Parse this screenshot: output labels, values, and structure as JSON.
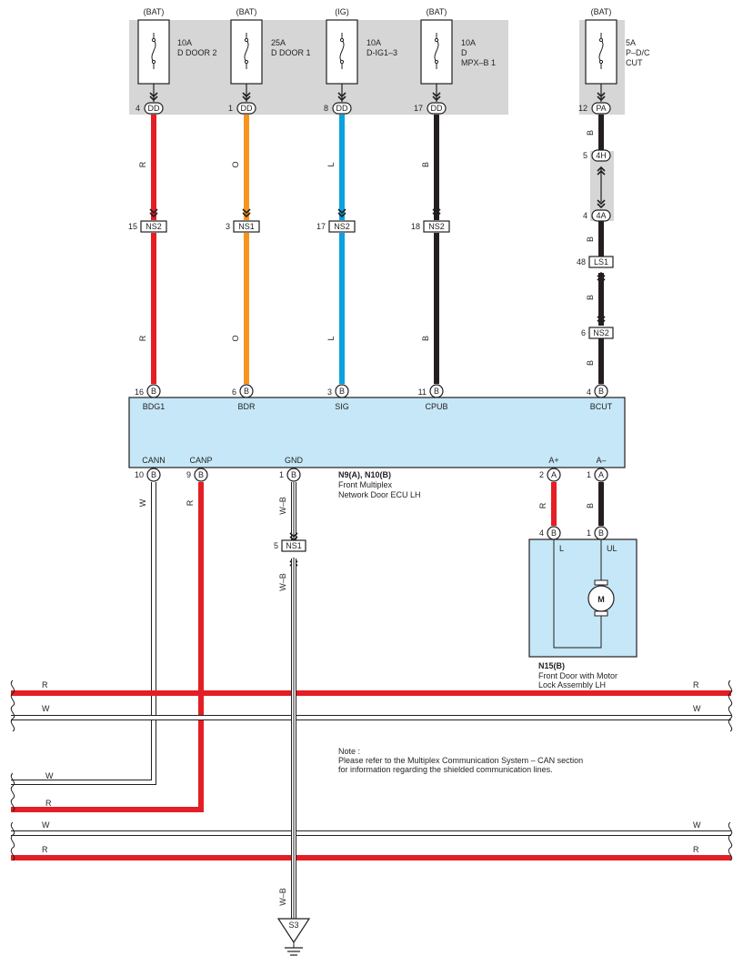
{
  "fuses": [
    {
      "source": "(BAT)",
      "lines": [
        "10A",
        "D DOOR 2"
      ]
    },
    {
      "source": "(BAT)",
      "lines": [
        "25A",
        "D DOOR 1"
      ]
    },
    {
      "source": "(IG)",
      "lines": [
        "10A",
        "D-IG1–3"
      ]
    },
    {
      "source": "(BAT)",
      "lines": [
        "10A",
        "D",
        "MPX–B 1"
      ]
    },
    {
      "source": "(BAT)",
      "lines": [
        "5A",
        "P–D/C",
        "CUT"
      ]
    }
  ],
  "circuits": [
    {
      "pin_top": "4",
      "conn_top": "DD",
      "color_code": "R",
      "color": "#e31e24",
      "inline_pin": "15",
      "inline_conn": "NS2",
      "ecu_pin": "16",
      "ecu_conn": "B",
      "ecu_label": "BDG1"
    },
    {
      "pin_top": "1",
      "conn_top": "DD",
      "color_code": "O",
      "color": "#f7941d",
      "inline_pin": "3",
      "inline_conn": "NS1",
      "ecu_pin": "6",
      "ecu_conn": "B",
      "ecu_label": "BDR"
    },
    {
      "pin_top": "8",
      "conn_top": "DD",
      "color_code": "L",
      "color": "#0aa2df",
      "inline_pin": "17",
      "inline_conn": "NS2",
      "ecu_pin": "3",
      "ecu_conn": "B",
      "ecu_label": "SIG"
    },
    {
      "pin_top": "17",
      "conn_top": "DD",
      "color_code": "B",
      "color": "#231f20",
      "inline_pin": "18",
      "inline_conn": "NS2",
      "ecu_pin": "11",
      "ecu_conn": "B",
      "ecu_label": "CPUB"
    }
  ],
  "bcut_circuit": {
    "pin_top": "12",
    "conn_top": "PA",
    "color_code": "B",
    "j_pin_a": "5",
    "j_conn_a": "4H",
    "j_pin_b": "4",
    "j_conn_b": "4A",
    "ls_pin": "48",
    "ls_conn": "LS1",
    "ns_pin": "6",
    "ns_conn": "NS2",
    "ecu_pin": "4",
    "ecu_conn": "B",
    "ecu_label": "BCUT"
  },
  "ecu": {
    "bottom_pins": [
      {
        "label": "CANN",
        "pin": "10",
        "conn": "B"
      },
      {
        "label": "CANP",
        "pin": "9",
        "conn": "B"
      },
      {
        "label": "GND",
        "pin": "1",
        "conn": "B"
      },
      {
        "label": "A+",
        "pin": "2",
        "conn": "A"
      },
      {
        "label": "A–",
        "pin": "1",
        "conn": "A"
      }
    ],
    "name": "N9(A), N10(B)",
    "desc": [
      "Front Multiplex",
      "Network Door ECU LH"
    ]
  },
  "motor_wires": [
    {
      "color_code": "R",
      "pin": "4",
      "conn": "B",
      "label": "L"
    },
    {
      "color_code": "B",
      "pin": "1",
      "conn": "B",
      "label": "UL"
    }
  ],
  "motor": {
    "symbol": "M",
    "name": "N15(B)",
    "desc": [
      "Front Door with Motor",
      "Lock Assembly LH"
    ]
  },
  "ground": {
    "wire_code": "W–B",
    "ns_pin": "5",
    "ns_conn": "NS1",
    "point": "S3"
  },
  "can_lines": {
    "red": "R",
    "white": "W"
  },
  "note": [
    "Note :",
    "Please refer to the Multiplex Communication System – CAN section",
    "for information regarding the shielded communication lines."
  ],
  "colors": {
    "red": "#e31e24",
    "orange": "#f7941d",
    "blue": "#0aa2df",
    "black": "#231f20",
    "gray_box": "#d6d6d6",
    "ecu_fill": "#c6e7f7"
  }
}
